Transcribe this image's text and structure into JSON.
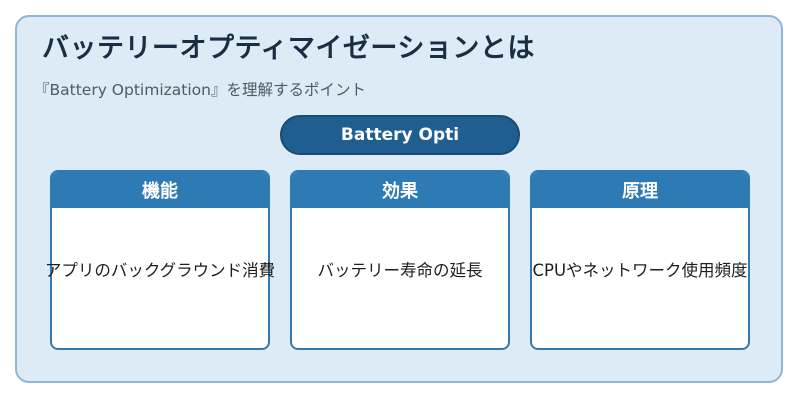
{
  "title": "バッテリーオプティマイゼーションとは",
  "subtitle": "『Battery Optimization』を理解するポイント",
  "center_label": "Battery Opti",
  "cards": [
    {
      "heading": "機能",
      "text": "アプリのバックグラウンド消費"
    },
    {
      "heading": "効果",
      "text": "バッテリー寿命の延長"
    },
    {
      "heading": "原理",
      "text": "CPUやネットワーク使用頻度"
    }
  ],
  "colors": {
    "panel_bg": "#dcebf6",
    "panel_border": "#8fb6d6",
    "pill_bg": "#1f5f8f",
    "card_header": "#2e7ab5",
    "title_text": "#1a2d42"
  }
}
